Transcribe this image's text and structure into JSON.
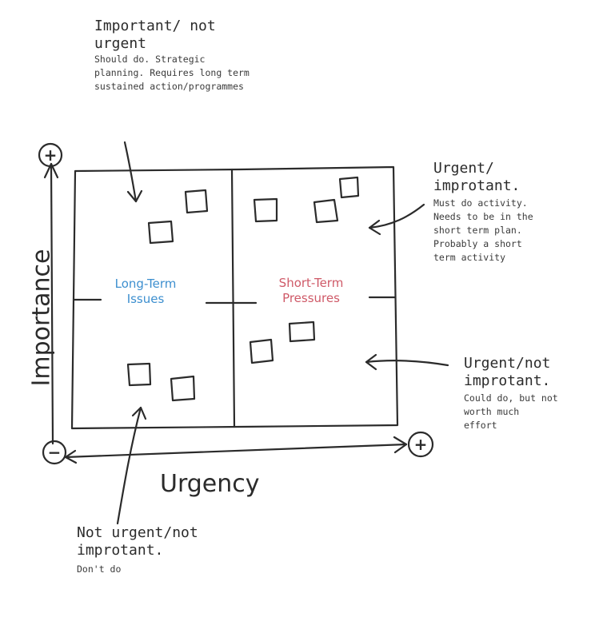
{
  "axes": {
    "y_label": "Importance",
    "x_label": "Urgency",
    "origin_sign": "−",
    "y_end_sign": "+",
    "x_end_sign": "+"
  },
  "quadrants": {
    "left_center": {
      "line1": "Long-Term",
      "line2": "Issues"
    },
    "right_center": {
      "line1": "Short-Term",
      "line2": "Pressures"
    }
  },
  "annotations": {
    "top_left": {
      "title_line1": "Important/ not",
      "title_line2": "urgent",
      "body_lines": [
        "Should do. Strategic",
        "planning. Requires long term",
        "sustained action/programmes"
      ]
    },
    "top_right": {
      "title_line1": "Urgent/",
      "title_line2": "improtant.",
      "body_lines": [
        "Must do activity.",
        "Needs to be in the",
        "short term plan.",
        "Probably a short",
        "term activity"
      ]
    },
    "bottom_right": {
      "title_line1": "Urgent/not",
      "title_line2": "improtant.",
      "body_lines": [
        "Could do, but not",
        "worth much",
        "effort"
      ]
    },
    "bottom_left": {
      "title_line1": "Not urgent/not",
      "title_line2": "improtant.",
      "body_lines": [
        "Don't do"
      ]
    }
  }
}
